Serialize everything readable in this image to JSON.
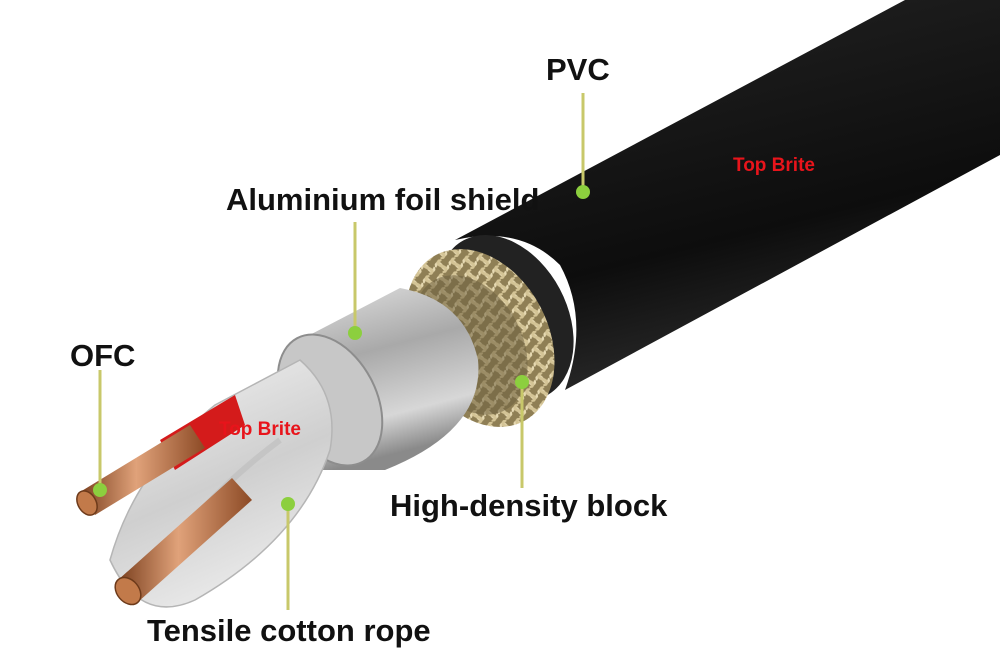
{
  "labels": {
    "pvc": "PVC",
    "foil": "Aluminium foil shield",
    "ofc": "OFC",
    "block": "High-density block",
    "rope": "Tensile cotton rope"
  },
  "brand_marks": [
    "Top Brite",
    "Top Brite"
  ],
  "colors": {
    "jacket": "#1b1b1b",
    "braid": "#c9b98e",
    "foil": "#b9b9b9",
    "copper": "#b06a3c",
    "leader": "#c8c86a",
    "dot": "#8ccf3e",
    "brand": "#e8141b"
  }
}
